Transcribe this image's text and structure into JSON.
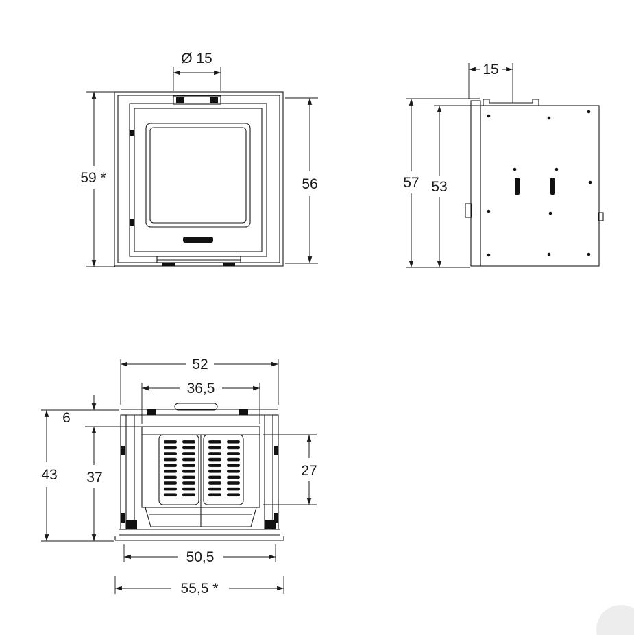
{
  "page": {
    "background": "#ffffff",
    "line_color": "#1a1a1a"
  },
  "views": {
    "front": {
      "dims": {
        "flue_diameter": "Ø 15",
        "overall_height": "59 *",
        "body_height": "56"
      }
    },
    "side": {
      "dims": {
        "front_depth": "15",
        "overall_height": "57",
        "body_height": "53"
      }
    },
    "top": {
      "dims": {
        "overall_width": "52",
        "inner_width": "36,5",
        "front_offset": "6",
        "overall_depth": "43",
        "body_depth": "37",
        "grille_depth": "27",
        "base_width": "50,5",
        "flange_width": "55,5 *"
      }
    }
  }
}
